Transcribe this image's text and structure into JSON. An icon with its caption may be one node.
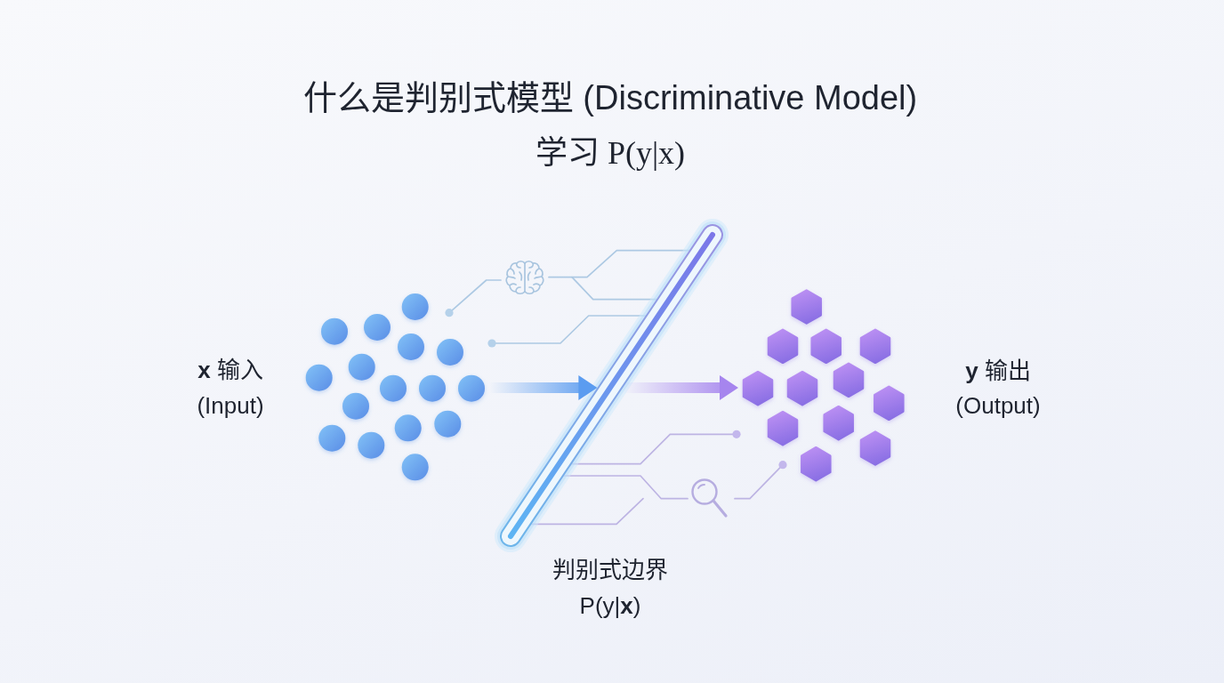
{
  "diagram": {
    "title": "什么是判别式模型 (Discriminative Model)",
    "nodes": [
      {
        "text": [],
        "shape": "picture",
        "beside": [
          "**x** 输入 (Input)"
        ]
      },
      {
        "text": [],
        "shape": "bar",
        "beside": [
          "判别式边界 P(y|**x**)"
        ]
      },
      {
        "text": [],
        "shape": "picture",
        "beside": [
          "**y** 输出 (Output)"
        ]
      }
    ],
    "edges": [
      {
        "from": 0,
        "to": 1,
        "arrow": "to",
        "color": "#5b9cf0"
      },
      {
        "from": 1,
        "to": 2,
        "arrow": "to",
        "color": "#a685ee"
      }
    ],
    "labels": [
      "学习 P(y|x)"
    ]
  }
}
